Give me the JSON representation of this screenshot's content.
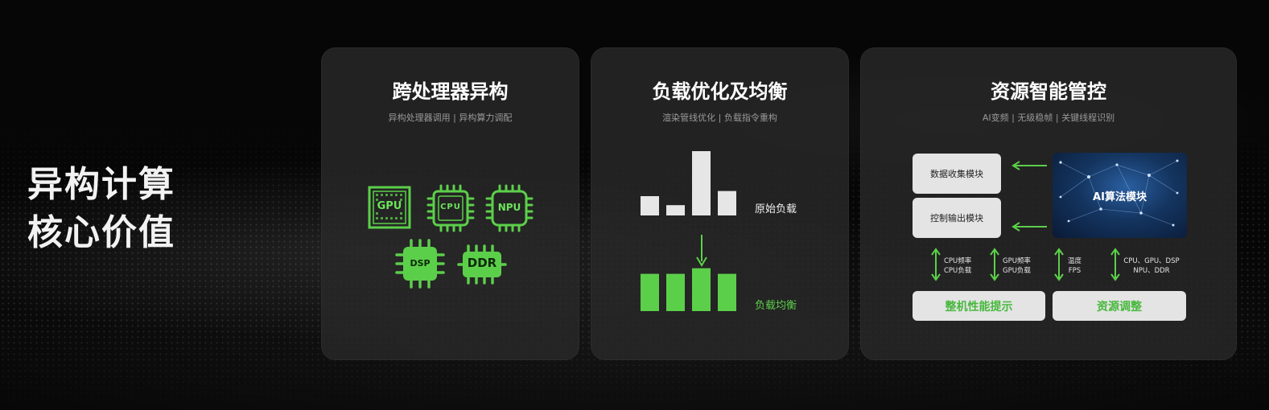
{
  "headline": {
    "line1": "异构计算",
    "line2": "核心价值"
  },
  "colors": {
    "accent_green": "#5ccf4a",
    "bar_gray": "#e6e6e6",
    "card_bg": "#282828"
  },
  "cards": [
    {
      "title": "跨处理器异构",
      "subtitle": "异构处理器调用 | 异构算力调配",
      "chips": [
        "GPU",
        "CPU",
        "NPU",
        "DSP",
        "DDR"
      ]
    },
    {
      "title": "负载优化及均衡",
      "subtitle": "渲染管线优化 | 负载指令重构",
      "original_label": "原始负载",
      "balanced_label": "负载均衡",
      "original_values": [
        0.3,
        0.16,
        1.0,
        0.38
      ],
      "balanced_values": [
        0.8,
        0.8,
        0.92,
        0.8
      ]
    },
    {
      "title": "资源智能管控",
      "subtitle": "AI变频 | 无级稳帧 | 关键线程识别",
      "module_collect": "数据收集模块",
      "module_output": "控制输出模块",
      "module_ai": "AI算法模块",
      "metric_cpu": [
        "CPU频率",
        "CPU负载"
      ],
      "metric_gpu": [
        "GPU频率",
        "GPU负载"
      ],
      "metric_temp": [
        "温度",
        "FPS"
      ],
      "metric_hw": [
        "CPU、GPU、DSP",
        "NPU、DDR"
      ],
      "action_perf": "整机性能提示",
      "action_res": "资源调整"
    }
  ]
}
